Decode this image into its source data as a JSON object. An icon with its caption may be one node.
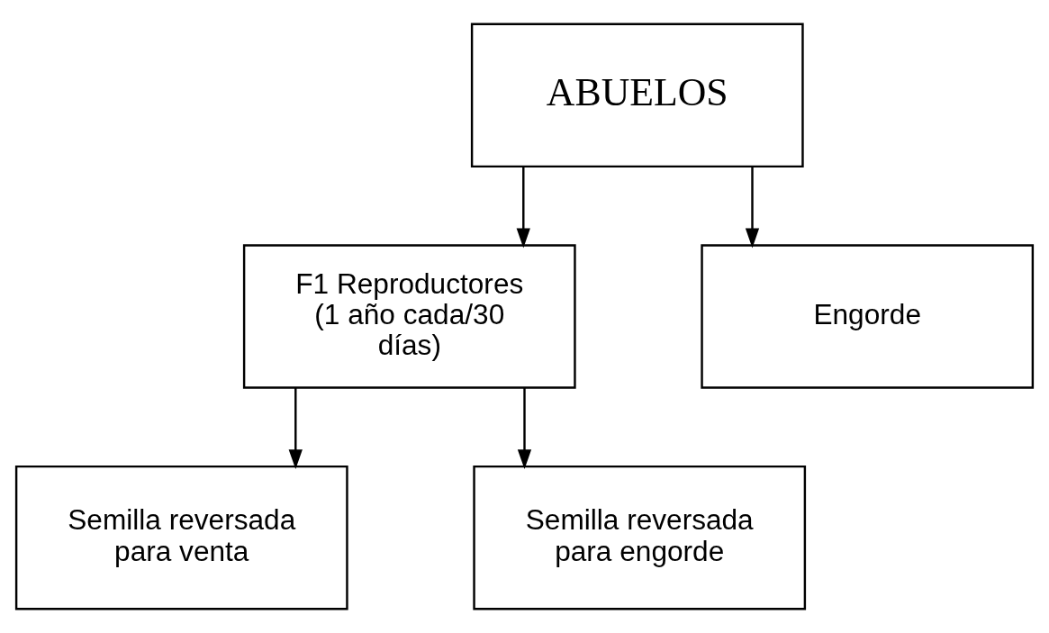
{
  "diagram": {
    "nodes": [
      {
        "text": [
          "ABUELOS"
        ]
      },
      {
        "text": [
          "F1 Reproductores (1 año cada/30 días)"
        ]
      },
      {
        "text": [
          "Engorde"
        ]
      },
      {
        "text": [
          "Semilla reversada para venta"
        ]
      },
      {
        "text": [
          "Semilla reversada para engorde"
        ]
      }
    ],
    "edges": [
      {
        "from": 0,
        "to": 1,
        "arrow": "to"
      },
      {
        "from": 0,
        "to": 2,
        "arrow": "to"
      },
      {
        "from": 1,
        "to": 3,
        "arrow": "to"
      },
      {
        "from": 1,
        "to": 4,
        "arrow": "to"
      }
    ]
  }
}
